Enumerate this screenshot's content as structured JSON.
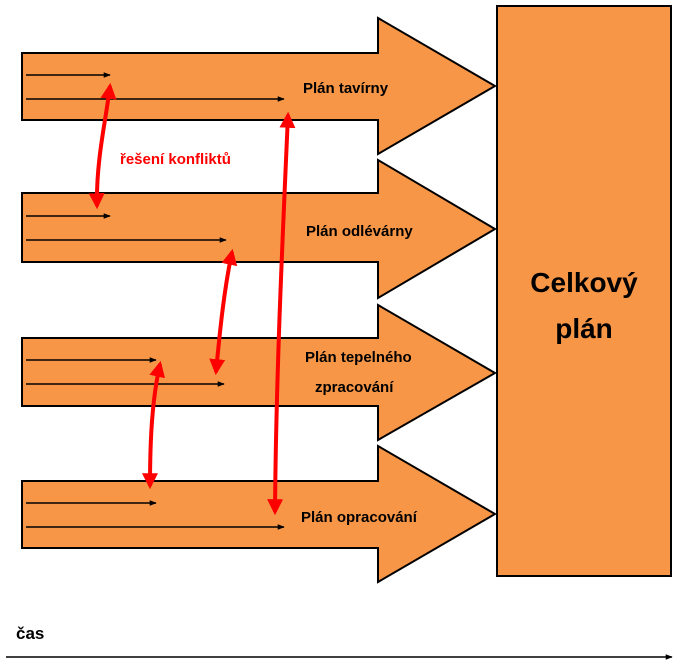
{
  "colors": {
    "fill": "#f79646",
    "stroke": "#000000",
    "conflict": "#ff0000"
  },
  "total_plan": {
    "line1": "Celkový",
    "line2": "plán"
  },
  "plans": [
    {
      "line1": "Plán tavírny",
      "line2": ""
    },
    {
      "line1": "Plán odlévárny",
      "line2": ""
    },
    {
      "line1": "Plán tepelného",
      "line2": "zpracování"
    },
    {
      "line1": "Plán opracování",
      "line2": ""
    }
  ],
  "conflict_label": "řešení konfliktů",
  "time_label": "čas"
}
